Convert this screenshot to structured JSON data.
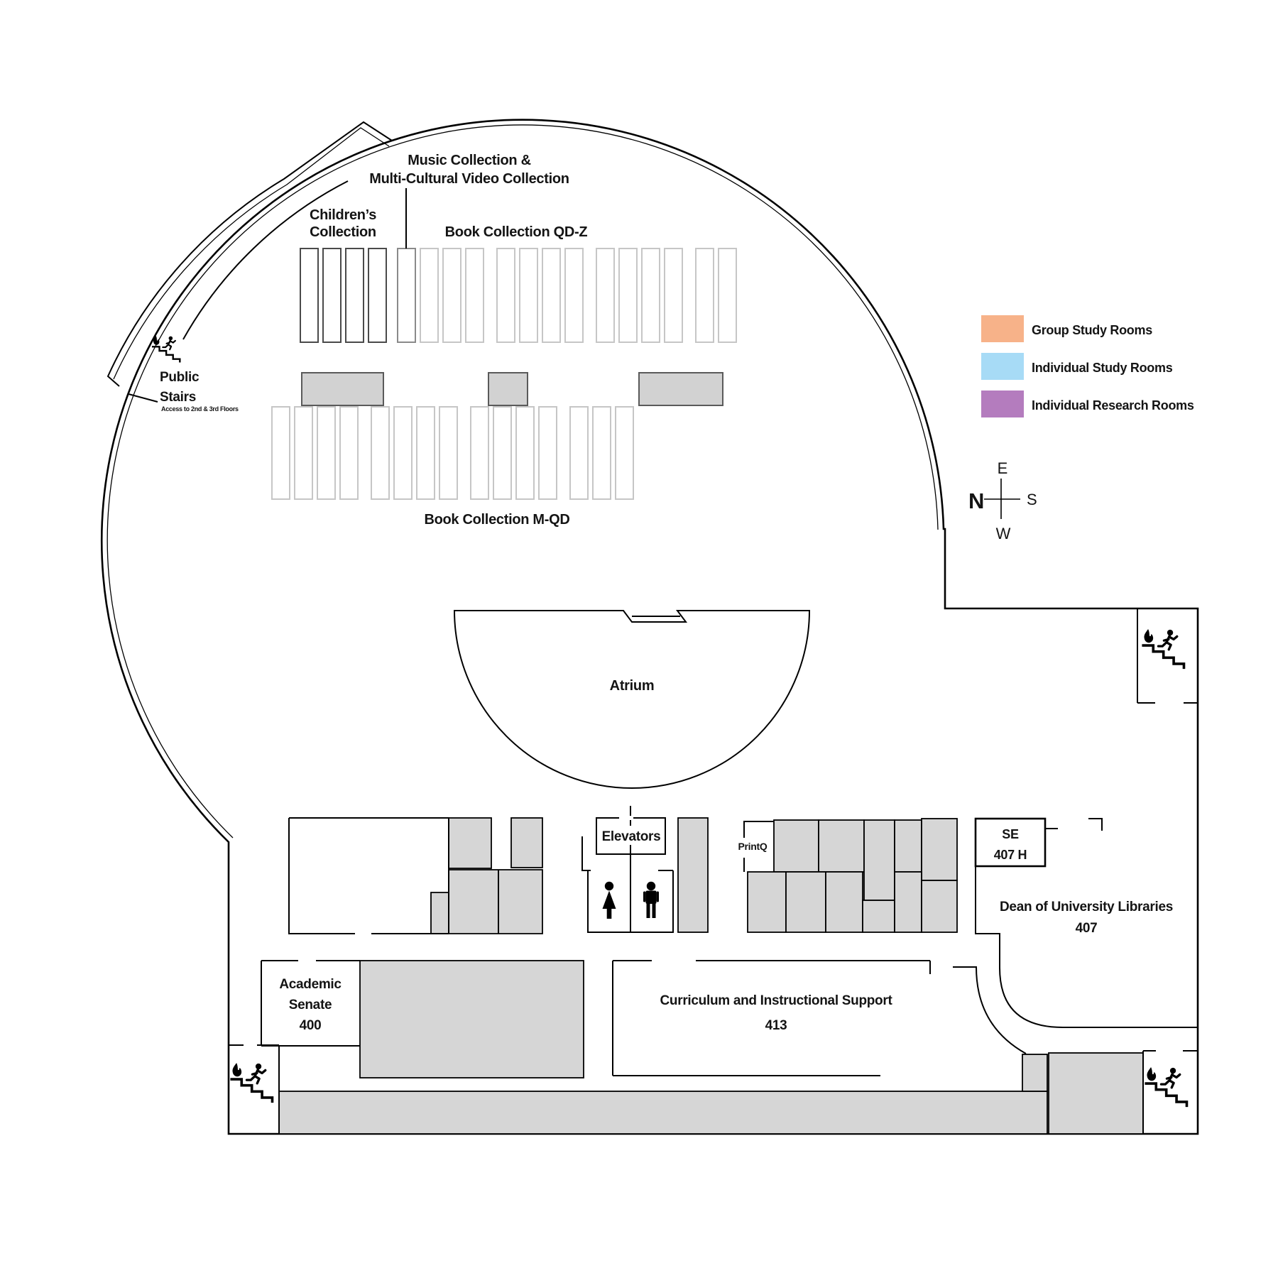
{
  "legend": {
    "items": [
      {
        "label": "Group Study Rooms",
        "color": "#F7B289"
      },
      {
        "label": "Individual Study Rooms",
        "color": "#A7DBF6"
      },
      {
        "label": "Individual Research Rooms",
        "color": "#B47CBE"
      }
    ]
  },
  "compass": {
    "n": "N",
    "e": "E",
    "s": "S",
    "w": "W"
  },
  "areas": {
    "music_line1": "Music Collection &",
    "music_line2": "Multi-Cultural Video Collection",
    "childrens_line1": "Children’s",
    "childrens_line2": "Collection",
    "book_qdz": "Book Collection QD-Z",
    "book_mqd": "Book Collection M-QD",
    "atrium": "Atrium",
    "elevators": "Elevators",
    "printq": "PrintQ",
    "se_line1": "SE",
    "se_line2": "407 H",
    "dean_line1": "Dean of University Libraries",
    "dean_line2": "407",
    "academic_line1": "Academic",
    "academic_line2": "Senate",
    "academic_line3": "400",
    "curriculum_line1": "Curriculum and Instructional Support",
    "curriculum_line2": "413",
    "public_stairs_line1": "Public",
    "public_stairs_line2": "Stairs",
    "public_stairs_note": "Access to 2nd & 3rd Floors"
  }
}
